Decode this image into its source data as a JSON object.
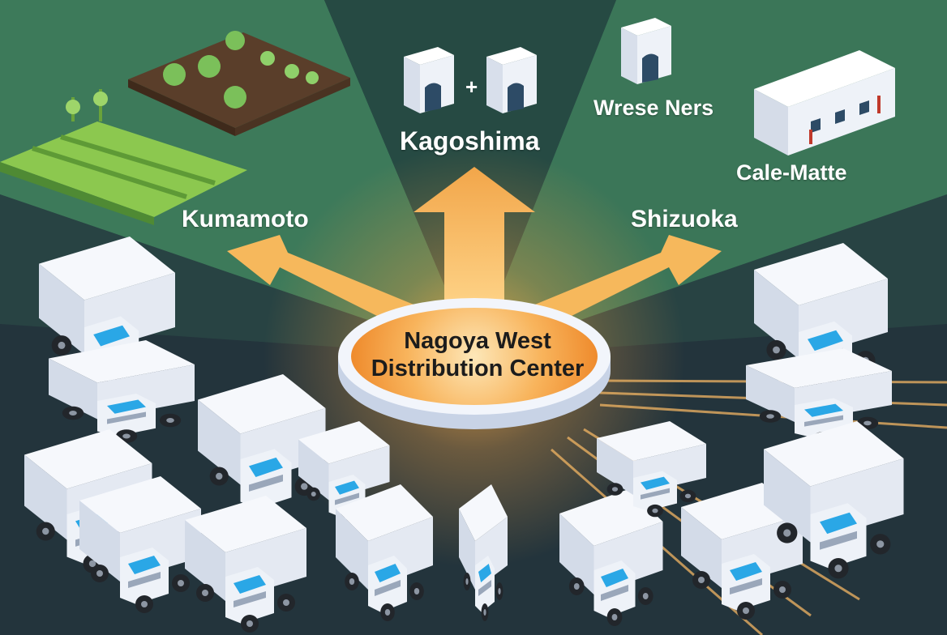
{
  "hub": {
    "line1": "Nagoya West",
    "line2": "Distribution Center"
  },
  "destinations": {
    "north": "Kagoshima",
    "west": "Kumamoto",
    "east": "Shizuoka",
    "warehouse": "Wrese Ners",
    "cold_storage": "Cale-Matte"
  },
  "plus_sign": "+",
  "colors": {
    "field_green": "#3d7a5a",
    "dark_teal": "#23343c",
    "arrow_orange": "#f4b55a",
    "hub_orange": "#f59a3a",
    "truck_white": "#eef2f8",
    "windshield_blue": "#2aa7e6"
  },
  "icons": [
    "farm-field-icon",
    "warehouse-icon",
    "cold-storage-icon",
    "truck-icon"
  ]
}
